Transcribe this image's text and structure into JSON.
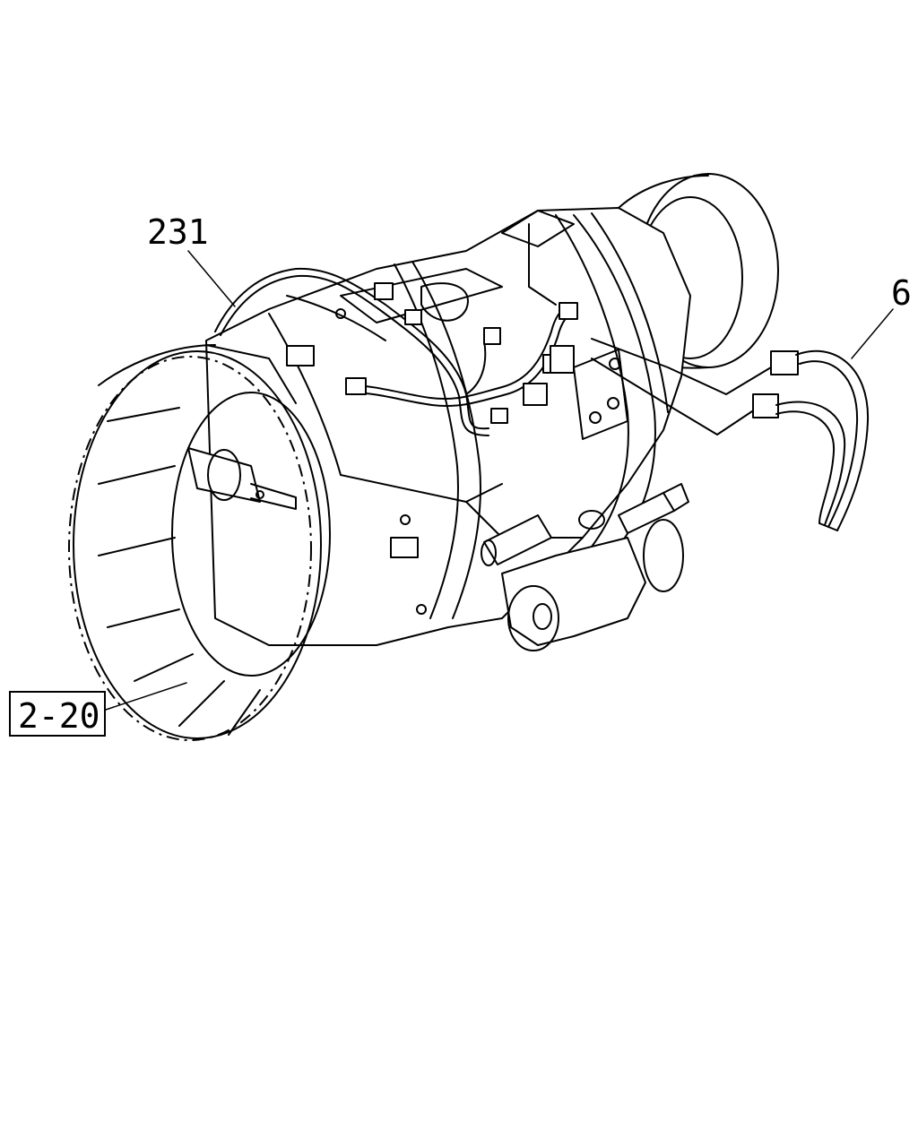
{
  "callouts": {
    "harness": "231",
    "cable": "6",
    "transmission_ref": "2-20"
  }
}
